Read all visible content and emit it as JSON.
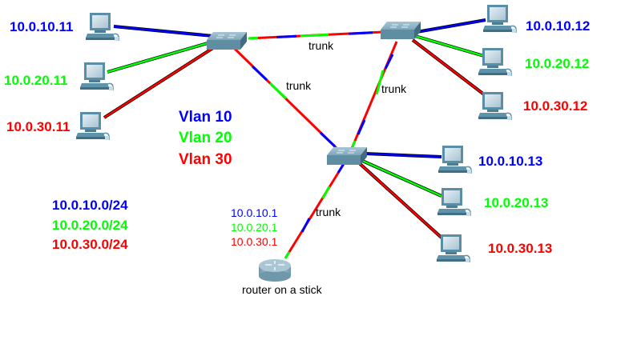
{
  "colors": {
    "vlan10": "#0000ff",
    "vlan20": "#00ff00",
    "vlan30": "#ff0000",
    "text": "#000000"
  },
  "hosts": {
    "pc1_vlan10": "10.0.10.11",
    "pc1_vlan20": "10.0.20.11",
    "pc1_vlan30": "10.0.30.11",
    "pc2_vlan10": "10.0.10.12",
    "pc2_vlan20": "10.0.20.12",
    "pc2_vlan30": "10.0.30.12",
    "pc3_vlan10": "10.0.10.13",
    "pc3_vlan20": "10.0.20.13",
    "pc3_vlan30": "10.0.30.13"
  },
  "legend": {
    "vlan10": "Vlan 10",
    "vlan20": "Vlan 20",
    "vlan30": "Vlan 30"
  },
  "subnets": {
    "vlan10": "10.0.10.0/24",
    "vlan20": "10.0.20.0/24",
    "vlan30": "10.0.30.0/24"
  },
  "router": {
    "label": "router on a stick",
    "interfaces": {
      "vlan10": "10.0.10.1",
      "vlan20": "10.0.20.1",
      "vlan30": "10.0.30.1"
    }
  },
  "links": {
    "trunk_label": "trunk"
  }
}
